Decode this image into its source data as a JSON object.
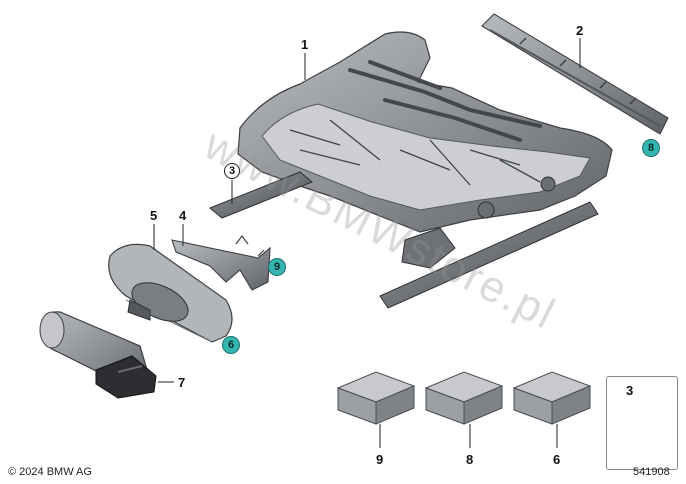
{
  "callouts": {
    "n1": "1",
    "n2": "2",
    "n3": "3",
    "n4": "4",
    "n5": "5",
    "n6": "6",
    "n7": "7",
    "n8": "8",
    "n9": "9"
  },
  "badges": {
    "b8": "8",
    "b9": "9",
    "b6": "6"
  },
  "boxes": {
    "box9": "9",
    "box8": "8",
    "box6": "6"
  },
  "legend": {
    "number": "3"
  },
  "footer": {
    "copyright": "© 2024 BMW AG",
    "diagram_id": "541908"
  },
  "watermark": "www.BMWstore.pl",
  "colors": {
    "badge": "#33b5b0",
    "part": "#7d8084"
  }
}
